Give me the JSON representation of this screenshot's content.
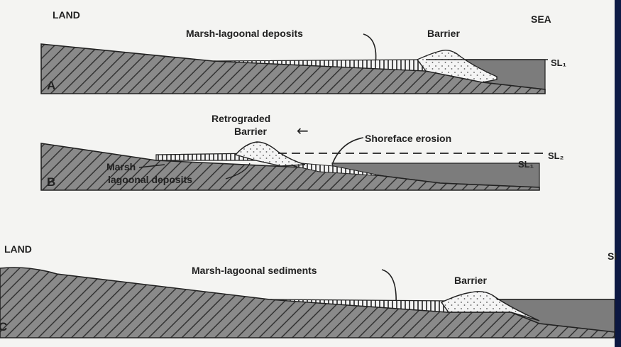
{
  "panelA": {
    "land_label": "LAND",
    "sea_label": "SEA",
    "deposits_label": "Marsh-lagoonal deposits",
    "barrier_label": "Barrier",
    "sea_level_label": "SL₁",
    "panel_letter": "A"
  },
  "panelB": {
    "retrograded_line1": "Retrograded",
    "retrograded_line2": "Barrier",
    "arrow_glyph": "←",
    "erosion_label": "Shoreface erosion",
    "sea_level2_label": "SL₂",
    "sea_level1_label": "SL₁",
    "marsh_line1": "Marsh",
    "marsh_line2": "lagoonal deposits",
    "panel_letter": "B"
  },
  "panelC": {
    "land_label": "LAND",
    "sea_label_partial": "SI",
    "sediments_label": "Marsh-lagoonal sediments",
    "barrier_label": "Barrier",
    "panel_letter": "C"
  },
  "colors": {
    "paper": "#f4f4f2",
    "bedrock": "#777777",
    "sea_water": "#7c7c7c",
    "deposit": "#f0f0f0",
    "frame": "#1b2f63"
  }
}
